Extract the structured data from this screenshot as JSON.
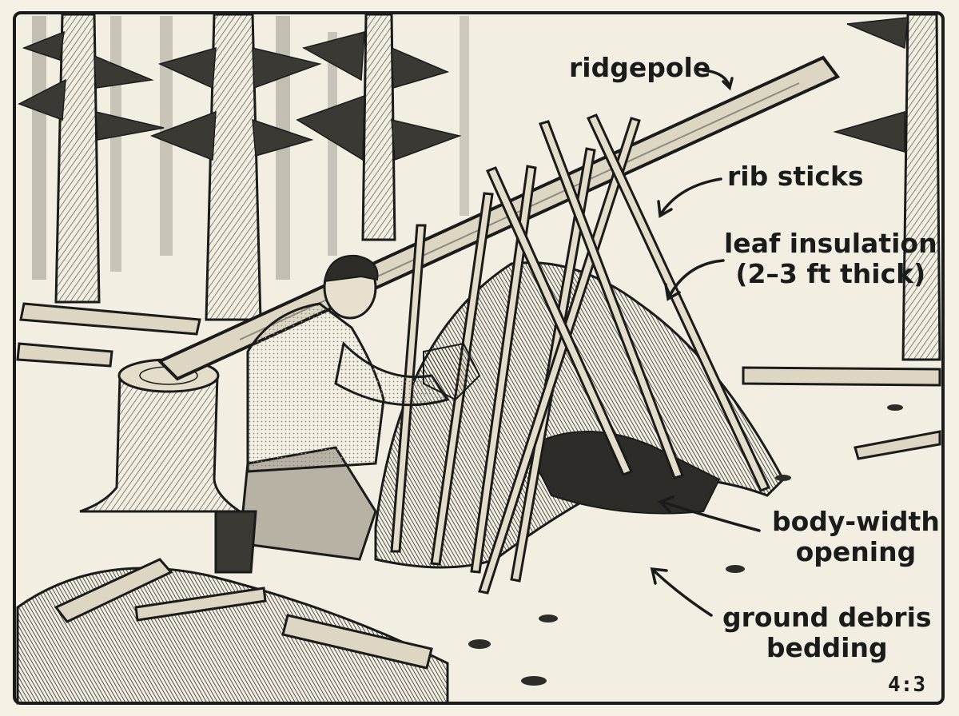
{
  "annotations": {
    "ridgepole": "ridgepole",
    "rib_sticks": "rib sticks",
    "leaf_insulation_line1": "leaf insulation",
    "leaf_insulation_line2": "(2–3 ft thick)",
    "opening_line1": "body-width",
    "opening_line2": "opening",
    "bedding_line1": "ground debris",
    "bedding_line2": "bedding"
  },
  "aspect_ratio": "4:3",
  "colors": {
    "paper": "#f4f0e4",
    "ink": "#1b1b1b",
    "wood": "#ddd6c3",
    "foliage": "#8a8a80"
  }
}
